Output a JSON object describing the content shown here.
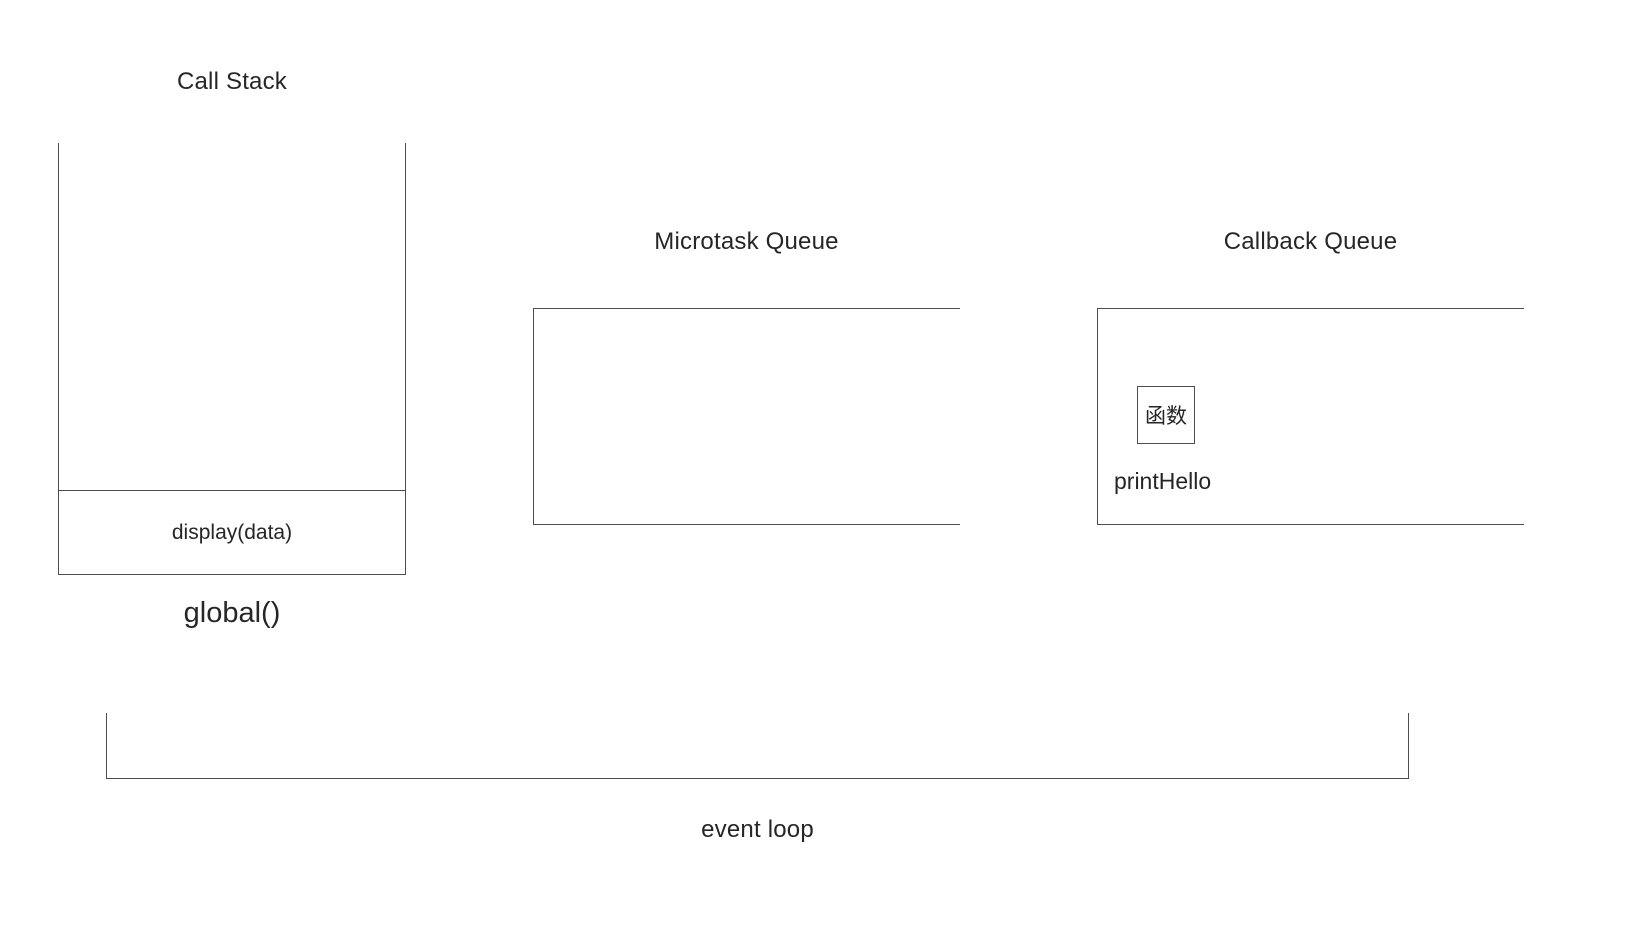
{
  "colors": {
    "line": "#4d4d4d",
    "text": "#262626",
    "background": "#ffffff"
  },
  "call_stack": {
    "title": "Call Stack",
    "frames": [
      {
        "label": "display(data)"
      }
    ],
    "context_label": "global()"
  },
  "microtask_queue": {
    "title": "Microtask Queue",
    "items": []
  },
  "callback_queue": {
    "title": "Callback Queue",
    "items": [
      {
        "icon_text": "函数",
        "label": "printHello"
      }
    ]
  },
  "event_loop": {
    "label": "event loop"
  }
}
